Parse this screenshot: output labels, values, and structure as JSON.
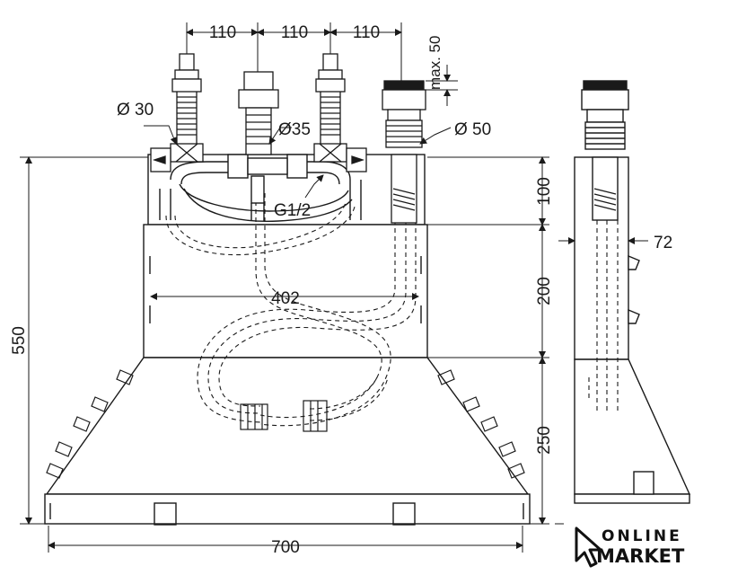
{
  "dimensions": {
    "spacing_1": "110",
    "spacing_2": "110",
    "spacing_3": "110",
    "max_height": "max. 50",
    "diameter_30": "Ø 30",
    "diameter_35": "Ø35",
    "diameter_50": "Ø 50",
    "thread": "G1/2",
    "height_100": "100",
    "height_200": "200",
    "height_250": "250",
    "total_height": "550",
    "inner_width": "402",
    "total_width": "700",
    "side_depth": "72"
  },
  "logo": {
    "line1": "ONLINE",
    "line2": "MARKET"
  },
  "colors": {
    "line": "#1a1a1a",
    "body_fill": "#ffffff",
    "logo": "#111111"
  }
}
